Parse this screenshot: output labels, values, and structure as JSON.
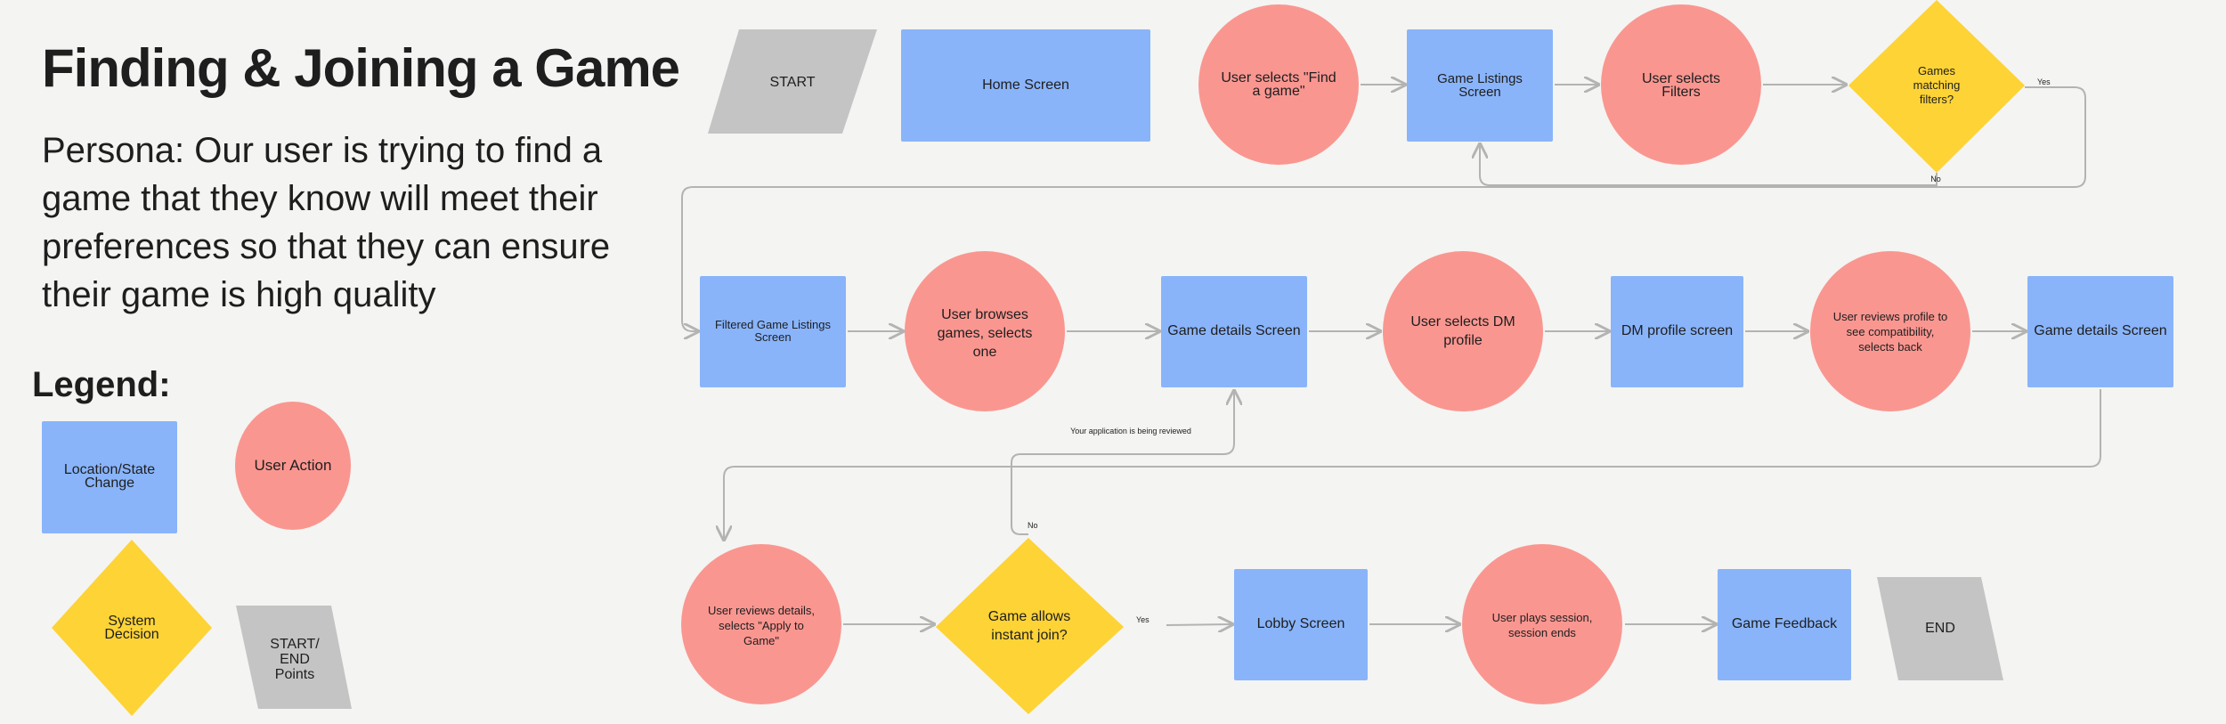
{
  "header": {
    "title": "Finding & Joining a Game",
    "persona": "Persona: Our user is trying to find a game that they know will meet their preferences so that they can ensure their game is high quality"
  },
  "legend": {
    "title": "Legend:",
    "location": "Location/State Change",
    "user_action": "User Action",
    "system_decision": "System Decision",
    "start_end": "START/ END Points"
  },
  "colors": {
    "location": "#89b4fa",
    "action": "#fa9690",
    "decision": "#fdd336",
    "terminal": "#c4c4c4",
    "connector": "#b3b3b3"
  },
  "nodes": {
    "start": "START",
    "home": "Home Screen",
    "find_game": "User selects \"Find a game\"",
    "listings": "Game Listings Screen",
    "filters": "User selects Filters",
    "matching": "Games matching filters?",
    "filtered": "Filtered Game Listings Screen",
    "browse": "User browses games, selects one",
    "details1": "Game details Screen",
    "select_dm": "User selects DM profile",
    "dm_profile": "DM profile screen",
    "review_profile": "User reviews profile to see compatibility, selects back",
    "details2": "Game details Screen",
    "apply": "User reviews details, selects \"Apply to Game\"",
    "instant": "Game allows instant join?",
    "lobby": "Lobby Screen",
    "play": "User plays session, session ends",
    "feedback": "Game Feedback",
    "end": "END"
  },
  "labels": {
    "yes_filters": "Yes",
    "no_filters": "No",
    "yes_instant": "Yes",
    "no_instant": "No",
    "reviewed": "Your application is being reviewed"
  }
}
